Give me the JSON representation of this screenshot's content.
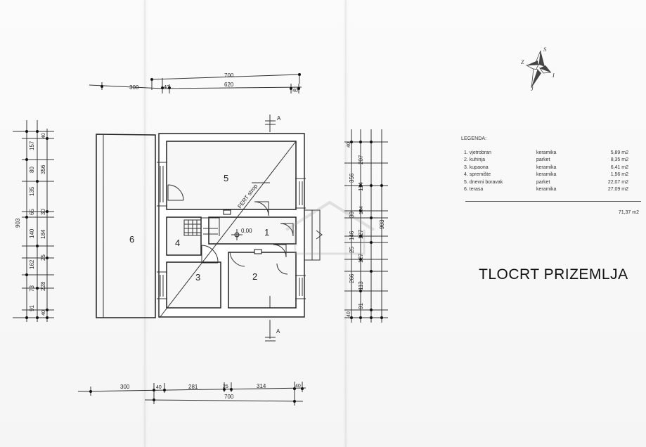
{
  "dimensions": {
    "top_700": "700",
    "top_300": "300",
    "top_40_left": "40",
    "top_620": "620",
    "top_40_right": "40",
    "left_903": "903",
    "left_157": "157",
    "left_80": "80",
    "left_135": "135",
    "left_65": "65",
    "left_140": "140",
    "left_162": "162",
    "left_73": "73",
    "left_91": "91",
    "left_40_top": "40",
    "left_356": "356",
    "left_30": "30",
    "left_184": "184",
    "left_25": "25",
    "left_228": "228",
    "left_40_bottom": "40",
    "right_40_top": "40",
    "right_207": "207",
    "right_356": "356",
    "right_114": "114",
    "right_30": "30",
    "right_124": "124",
    "right_146": "146",
    "right_127_1": "127",
    "right_903": "903",
    "right_25": "25",
    "right_127_2": "127",
    "right_266": "266",
    "right_113": "113",
    "right_91": "91",
    "right_40_bottom": "40",
    "bottom_300": "300",
    "bottom_40_left": "40",
    "bottom_281": "281",
    "bottom_25": "25",
    "bottom_314": "314",
    "bottom_40_right": "40",
    "bottom_700": "700"
  },
  "plan_labels": {
    "room_1": "1",
    "room_2": "2",
    "room_3": "3",
    "room_4": "4",
    "room_5": "5",
    "room_6": "6",
    "level": "0,00",
    "stair": "FERT strop",
    "section_top": "A",
    "section_bottom": "A"
  },
  "compass": {
    "s": "S",
    "z": "Z",
    "i": "I",
    "j": "J"
  },
  "legend": {
    "title": "LEGENDA:",
    "items": [
      {
        "name": "1. vjetrobran",
        "material": "keramika",
        "area": "5,89 m2"
      },
      {
        "name": "2. kuhinja",
        "material": "parket",
        "area": "8,35 m2"
      },
      {
        "name": "3. kupaona",
        "material": "keramika",
        "area": "6,41 m2"
      },
      {
        "name": "4. spremište",
        "material": "keramika",
        "area": "1,56 m2"
      },
      {
        "name": "5. dnevni boravak",
        "material": "parket",
        "area": "22,07 m2"
      },
      {
        "name": "6. terasa",
        "material": "keramika",
        "area": "27,09 m2"
      }
    ],
    "total": "71,37 m2"
  },
  "plan_title": "TLOCRT PRIZEMLJA",
  "colors": {
    "paper": "#f5f5f5",
    "lines": "#222222",
    "text": "#222222"
  }
}
